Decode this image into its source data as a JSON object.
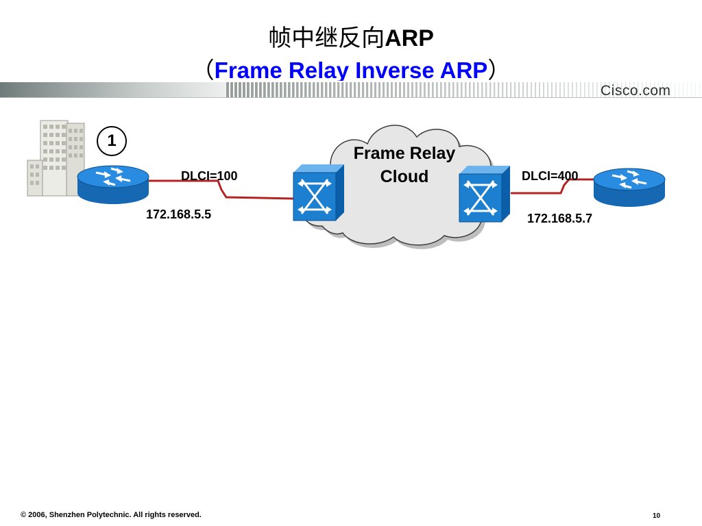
{
  "title": {
    "line1_cn": "帧中继反向",
    "line1_ascii": "ARP",
    "line2_open": "（",
    "line2_text": "Frame Relay Inverse ARP",
    "line2_close": "）"
  },
  "brand": {
    "logo_text": "Cisco.com"
  },
  "diagram": {
    "step_number": "1",
    "cloud_label_line1": "Frame Relay",
    "cloud_label_line2": "Cloud",
    "left_dlci": "DLCI=100",
    "left_ip": "172.168.5.5",
    "right_dlci": "DLCI=400",
    "right_ip": "172.168.5.7"
  },
  "footer": {
    "copyright": "© 2006, Shenzhen Polytechnic. All rights reserved.",
    "page_number": "10"
  },
  "colors": {
    "title_accent": "#0000ff",
    "device_blue": "#1d7fd0",
    "link_red": "#b42323",
    "cloud_fill": "#e6e6e6"
  }
}
